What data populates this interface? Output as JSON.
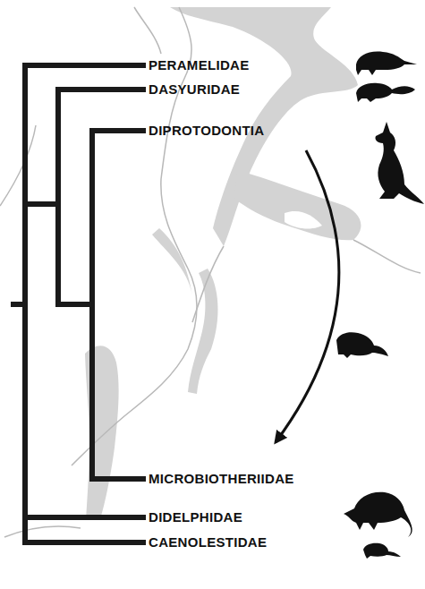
{
  "diagram": {
    "labels": [
      "PERAMELIDAE",
      "DASYURIDAE",
      "DIPROTODONTIA",
      "MICROBIOTHERIIDAE",
      "DIDELPHIDAE",
      "CAENOLESTIDAE"
    ]
  }
}
